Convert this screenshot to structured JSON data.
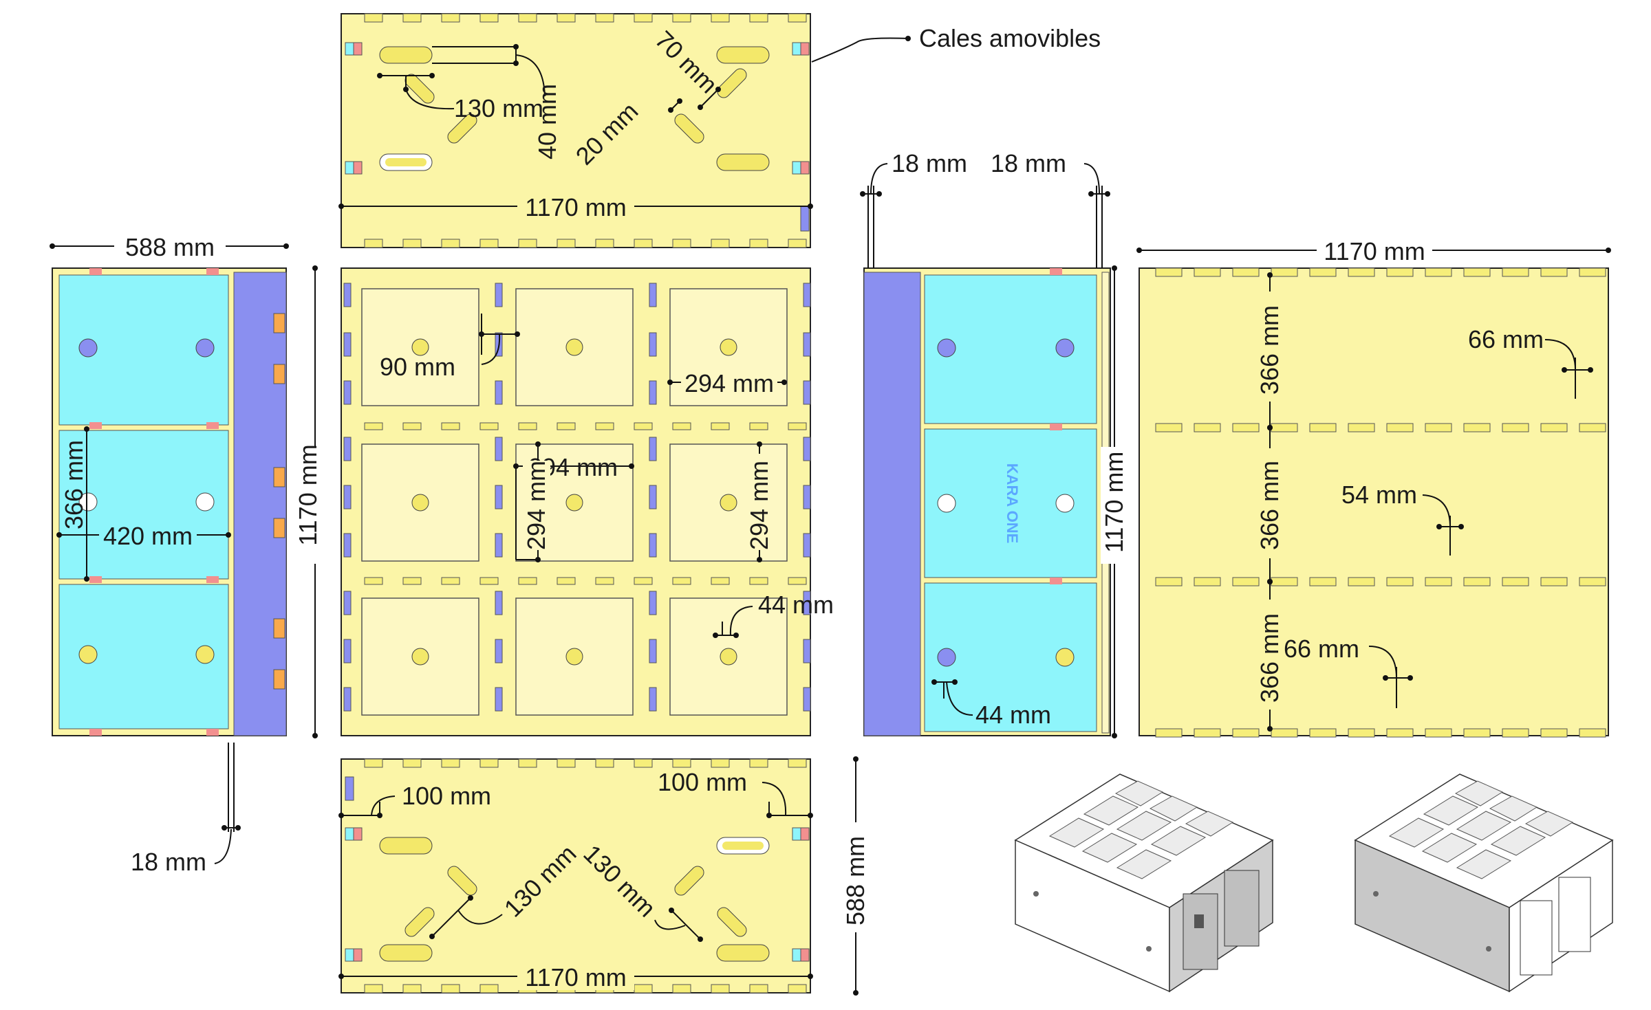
{
  "annotation": {
    "shims": "Cales amovibles"
  },
  "dims": {
    "top_w": "1170 mm",
    "top_130": "130 mm",
    "top_40": "40 mm",
    "top_70": "70 mm",
    "top_20": "20 mm",
    "left_w": "588 mm",
    "left_h": "1170 mm",
    "left_366": "366 mm",
    "left_420": "420 mm",
    "left_18": "18 mm",
    "grid_90": "90 mm",
    "grid_294a": "294 mm",
    "grid_294b": "294 mm",
    "grid_294c": "294 mm",
    "grid_294d": "294 mm",
    "grid_44": "44 mm",
    "right_18a": "18 mm",
    "right_18b": "18 mm",
    "right_h": "1170 mm",
    "right_44": "44 mm",
    "far_w": "1170 mm",
    "far_366a": "366 mm",
    "far_366b": "366 mm",
    "far_366c": "366 mm",
    "far_66a": "66 mm",
    "far_54": "54 mm",
    "far_66b": "66 mm",
    "bot_100a": "100 mm",
    "bot_100b": "100 mm",
    "bot_130a": "130 mm",
    "bot_130b": "130 mm",
    "bot_w": "1170 mm",
    "bot_h": "588 mm"
  },
  "logo_text": "KARA ONE",
  "colors": {
    "panel": "#fbf5a7",
    "panel_light": "#fdf8c4",
    "cyan": "#8ef5fb",
    "purple": "#8a8ff0",
    "pink": "#f2908f",
    "orange": "#f9a94b",
    "line": "#1a1a1a"
  }
}
